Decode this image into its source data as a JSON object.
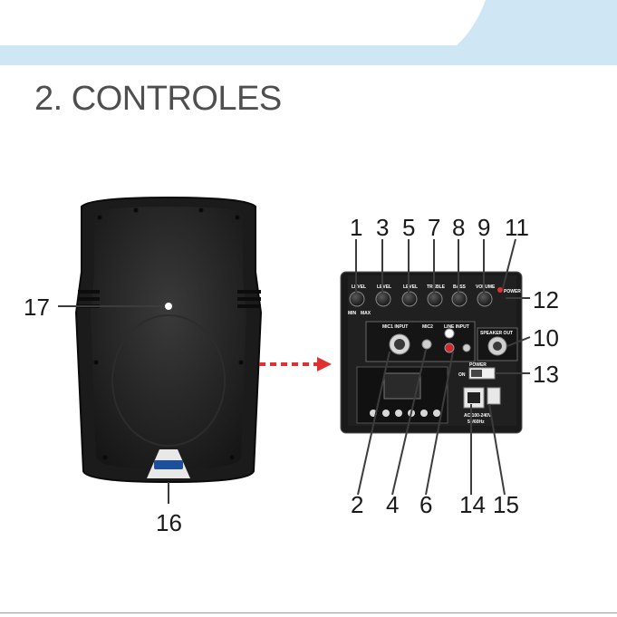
{
  "page": {
    "title": "2. CONTROLES",
    "colors": {
      "header_light": "#cfe6f5",
      "header_dark": "#2b8bd0",
      "arrow": "#e03030",
      "speaker": "#1c1c1c"
    }
  },
  "callouts": [
    "1",
    "2",
    "3",
    "4",
    "5",
    "6",
    "7",
    "8",
    "9",
    "10",
    "11",
    "12",
    "13",
    "14",
    "15",
    "16",
    "17"
  ],
  "panel": {
    "knob_labels": [
      "LEVEL",
      "LEVEL",
      "LEVEL",
      "TREBLE",
      "BASS",
      "VOLUME"
    ],
    "min_label": "MIN",
    "max_label": "MAX",
    "power_led": "POWER",
    "mic1_input": "MIC1 INPUT",
    "mic2_input": "MIC2",
    "line_input": "LINE INPUT",
    "speaker_out": "SPEAKER OUT",
    "power_switch": "POWER",
    "on_label": "ON",
    "ac_rating": "AC 100-240V",
    "hz_rating": "50/60Hz"
  }
}
